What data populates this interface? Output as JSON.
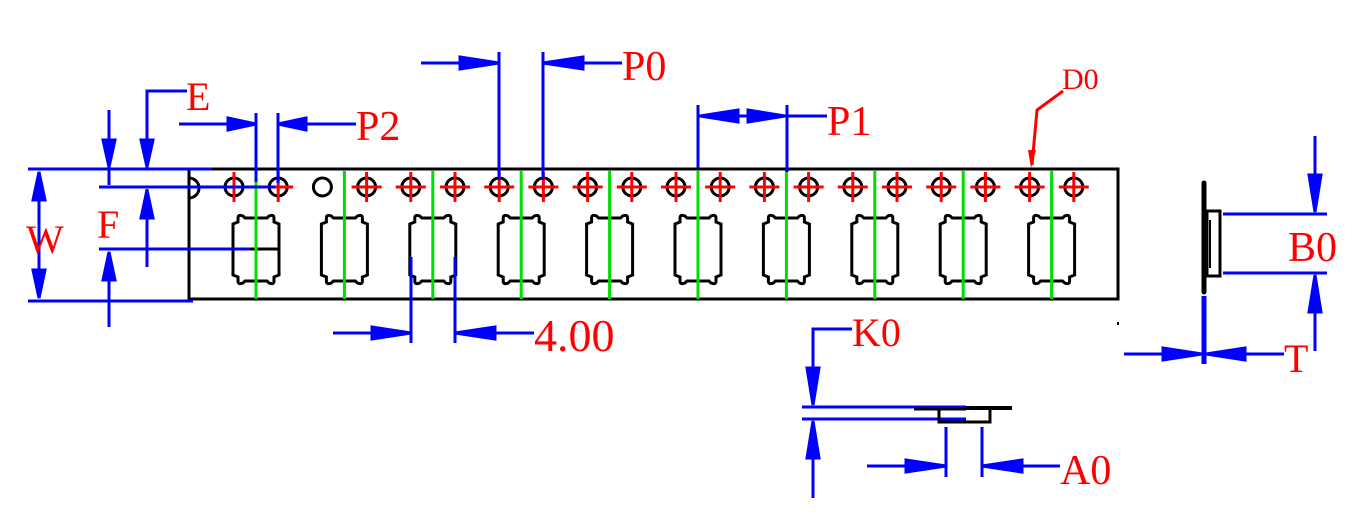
{
  "title": "Carrier tape dimensions drawing",
  "colors": {
    "outline": "#000000",
    "dimension": "#0000ff",
    "label": "#ff0000",
    "centerline": "#00dd00",
    "crosshair": "#ff0000"
  },
  "labels": {
    "W": "W",
    "F": "F",
    "E": "E",
    "P2": "P2",
    "P0": "P0",
    "P1": "P1",
    "D0": "D0",
    "B0": "B0",
    "T": "T",
    "K0": "K0",
    "A0": "A0",
    "pitch": "4.00"
  },
  "tape": {
    "sprocket_hole_count": 20,
    "pocket_count": 10,
    "plain_hole_index": 2
  }
}
